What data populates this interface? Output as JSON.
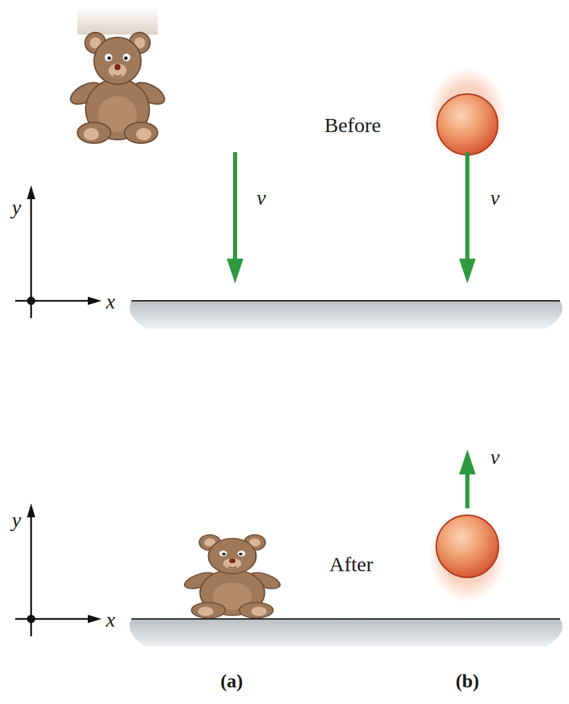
{
  "diagram": {
    "labels": [
      "Before",
      "v",
      "v",
      "y",
      "x",
      "v",
      "y",
      "After",
      "x",
      "(a)",
      "(b)"
    ]
  }
}
